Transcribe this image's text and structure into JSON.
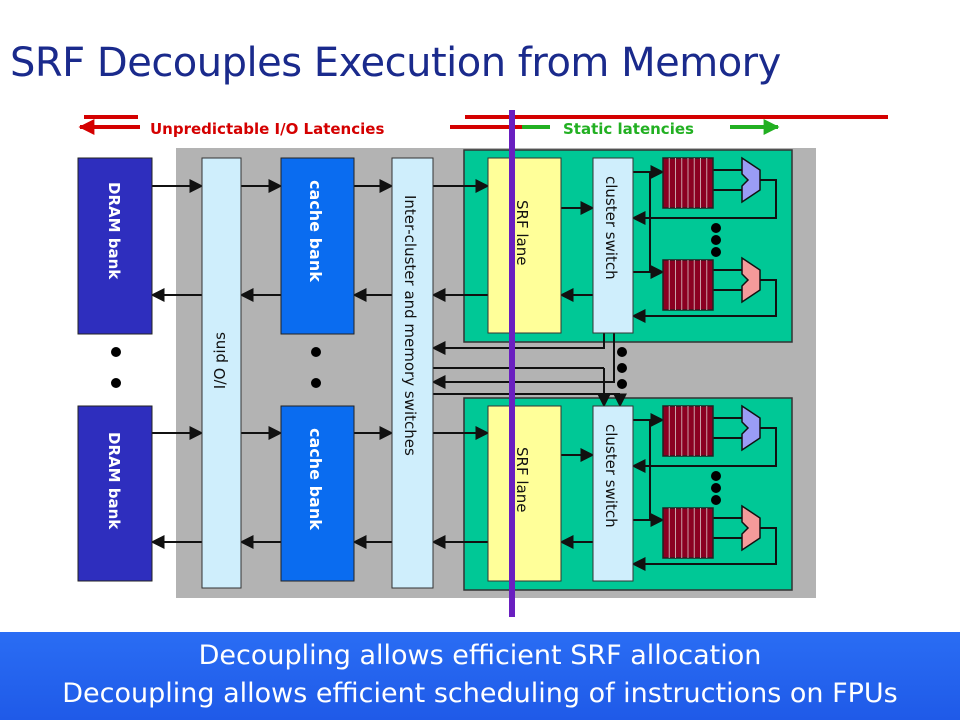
{
  "slide": {
    "title": "SRF Decouples Execution from Memory"
  },
  "latency": {
    "unpredictable_label": "Unpredictable I/O Latencies",
    "static_label": "Static latencies"
  },
  "blocks": {
    "dram_bank_top": "DRAM bank",
    "dram_bank_bottom": "DRAM bank",
    "io_pins": "I/O pins",
    "cache_bank_top": "cache bank",
    "cache_bank_bottom": "cache bank",
    "inter_cluster": "Inter-cluster and memory switches",
    "srf_lane_top": "SRF lane",
    "srf_lane_bottom": "SRF lane",
    "cluster_switch_top": "cluster switch",
    "cluster_switch_bottom": "cluster switch"
  },
  "colors": {
    "title": "#1a2a8c",
    "dram": "#2e2ebe",
    "cache": "#0a6cf0",
    "light_blue": "#cfeefc",
    "srf_yellow": "#ffff99",
    "cluster_green": "#00c896",
    "register_file": "#8b0022",
    "fpu_violet": "#9a9cf5",
    "fpu_pink": "#f49a9a",
    "divider_purple": "#6a1fc0",
    "arrow_red": "#d40000",
    "arrow_green": "#22b022"
  },
  "footer": {
    "line1": "Decoupling allows efficient SRF allocation",
    "line2": "Decoupling allows efficient scheduling of instructions on FPUs"
  }
}
